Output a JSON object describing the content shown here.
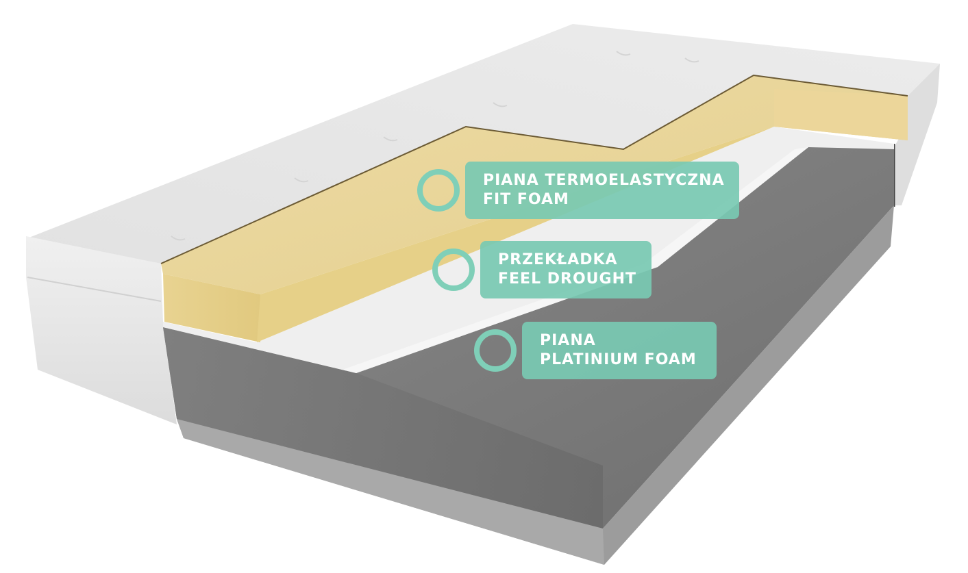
{
  "layers": [
    {
      "id": "fit-foam",
      "line1": "PIANA TERMOELASTYCZNA",
      "line2": "FIT FOAM",
      "color": "#ecdba3"
    },
    {
      "id": "feel-drought",
      "line1": "PRZEKŁADKA",
      "line2": "FEEL DROUGHT",
      "color": "#eeeeee"
    },
    {
      "id": "platinium-foam",
      "line1": "PIANA",
      "line2": "PLATINIUM FOAM",
      "color": "#7b7b7b"
    }
  ],
  "callout_color": "#78c9b2",
  "cover_color": "#e6e6e6"
}
